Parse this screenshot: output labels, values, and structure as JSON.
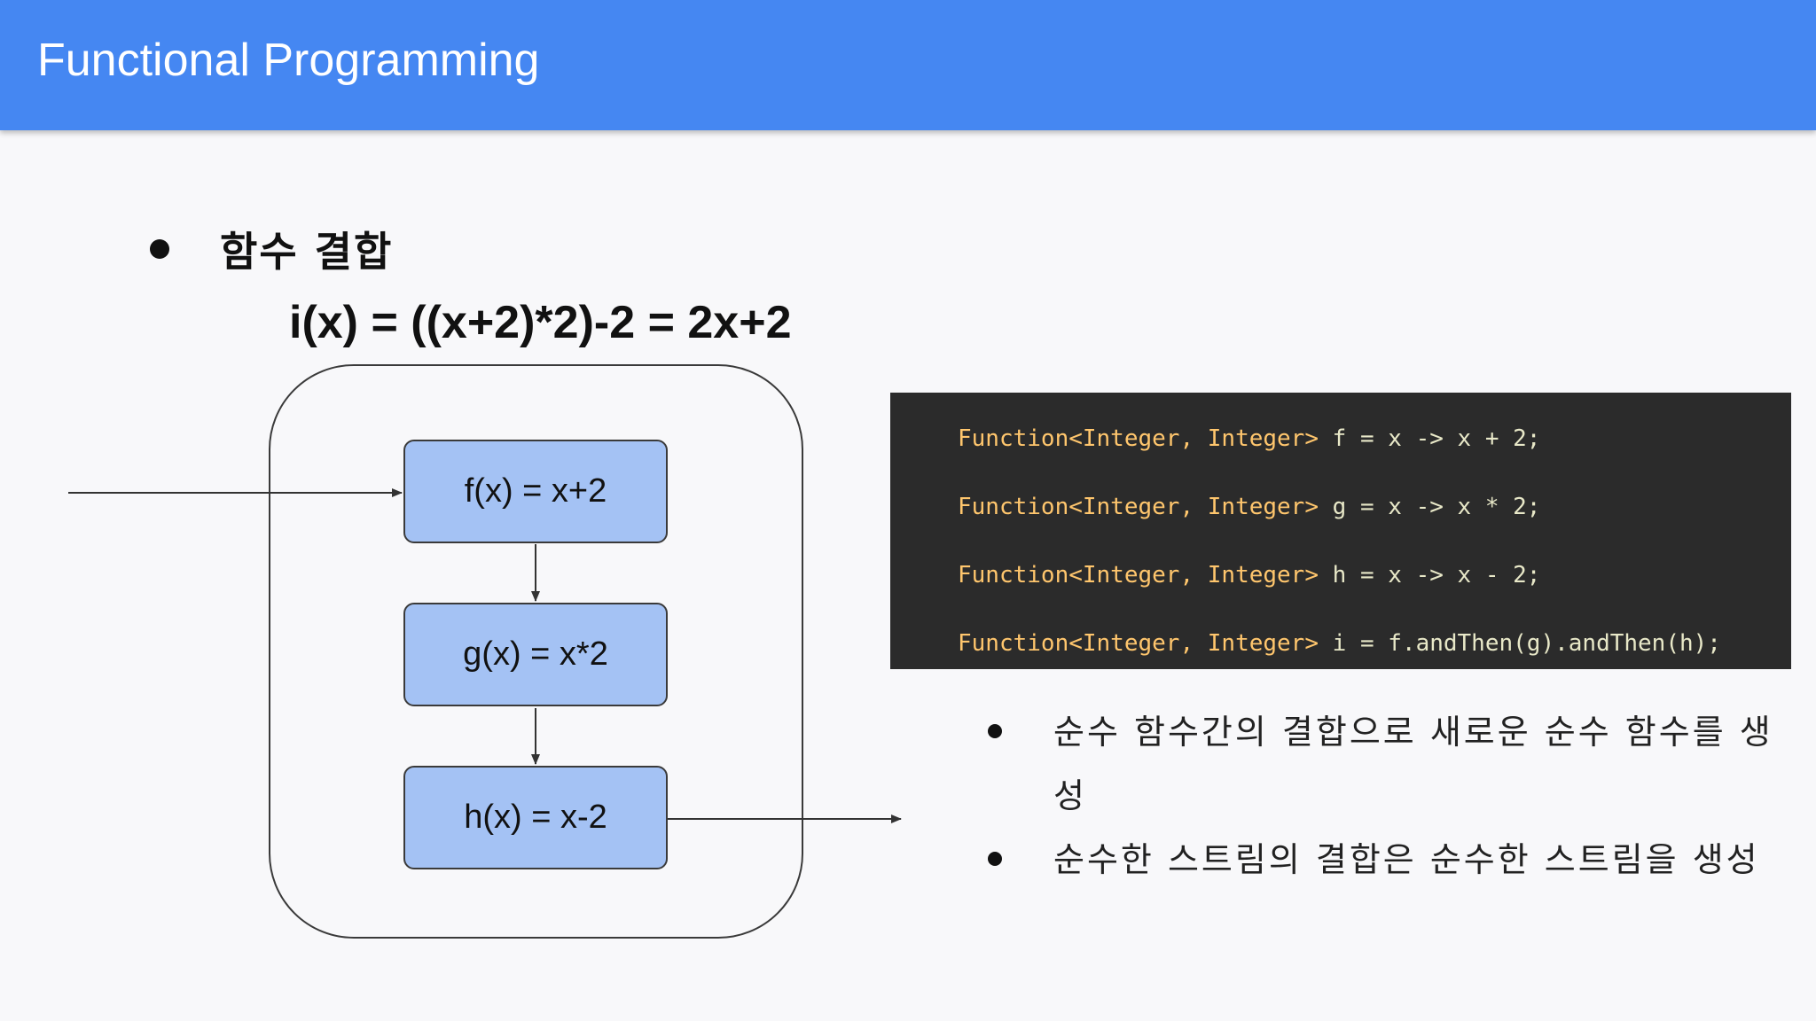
{
  "header": {
    "title": "Functional Programming"
  },
  "section": {
    "heading": "함수 결합",
    "formula": "i(x) = ((x+2)*2)-2 = 2x+2"
  },
  "diagram": {
    "boxes": [
      {
        "label": "f(x) = x+2"
      },
      {
        "label": "g(x) = x*2"
      },
      {
        "label": "h(x) = x-2"
      }
    ]
  },
  "code": {
    "lines": [
      {
        "type": "Function<Integer, Integer>",
        "rest": " f = x -> x + 2;"
      },
      {
        "type": "Function<Integer, Integer>",
        "rest": " g = x -> x * 2;"
      },
      {
        "type": "Function<Integer, Integer>",
        "rest": " h = x -> x - 2;"
      },
      {
        "type": "Function<Integer, Integer>",
        "rest": " i = f.andThen(g).andThen(h);"
      }
    ]
  },
  "bullets": [
    {
      "text": "순수 함수간의 결합으로 새로운 순수 함수를 생성"
    },
    {
      "text": "순수한 스트림의 결합은 순수한 스트림을 생성"
    }
  ],
  "colors": {
    "header": "#4587f2",
    "box_fill": "#a4c2f4",
    "code_bg": "#2b2b2b"
  }
}
